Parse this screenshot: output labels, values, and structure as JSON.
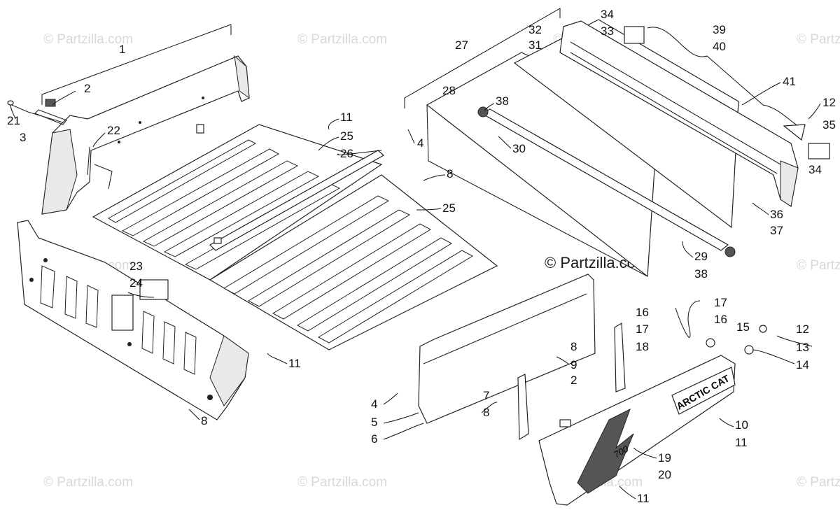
{
  "watermark": {
    "text": "© Partzilla.com",
    "center_text": "© Partzilla.com"
  },
  "decal_text": {
    "brand": "ARCTIC CAT",
    "model": "700"
  },
  "callouts": [
    {
      "id": "c1",
      "text": "1"
    },
    {
      "id": "c2a",
      "text": "2"
    },
    {
      "id": "c21",
      "text": "21"
    },
    {
      "id": "c3",
      "text": "3"
    },
    {
      "id": "c22",
      "text": "22"
    },
    {
      "id": "c11a",
      "text": "11"
    },
    {
      "id": "c25a",
      "text": "25"
    },
    {
      "id": "c26",
      "text": "26"
    },
    {
      "id": "c8a",
      "text": "8"
    },
    {
      "id": "c25b",
      "text": "25"
    },
    {
      "id": "c23",
      "text": "23"
    },
    {
      "id": "c24",
      "text": "24"
    },
    {
      "id": "c11b",
      "text": "11"
    },
    {
      "id": "c8b",
      "text": "8"
    },
    {
      "id": "c27",
      "text": "27"
    },
    {
      "id": "c32",
      "text": "32"
    },
    {
      "id": "c31",
      "text": "31"
    },
    {
      "id": "c28",
      "text": "28"
    },
    {
      "id": "c4a",
      "text": "4"
    },
    {
      "id": "c38a",
      "text": "38"
    },
    {
      "id": "c30",
      "text": "30"
    },
    {
      "id": "c34a",
      "text": "34"
    },
    {
      "id": "c33",
      "text": "33"
    },
    {
      "id": "c39",
      "text": "39"
    },
    {
      "id": "c40",
      "text": "40"
    },
    {
      "id": "c41",
      "text": "41"
    },
    {
      "id": "c12a",
      "text": "12"
    },
    {
      "id": "c35",
      "text": "35"
    },
    {
      "id": "c34b",
      "text": "34"
    },
    {
      "id": "c36",
      "text": "36"
    },
    {
      "id": "c37",
      "text": "37"
    },
    {
      "id": "c29",
      "text": "29"
    },
    {
      "id": "c38b",
      "text": "38"
    },
    {
      "id": "c16a",
      "text": "16"
    },
    {
      "id": "c17a",
      "text": "17"
    },
    {
      "id": "c17b",
      "text": "17"
    },
    {
      "id": "c16b",
      "text": "16"
    },
    {
      "id": "c15",
      "text": "15"
    },
    {
      "id": "c18",
      "text": "18"
    },
    {
      "id": "c12b",
      "text": "12"
    },
    {
      "id": "c13",
      "text": "13"
    },
    {
      "id": "c14",
      "text": "14"
    },
    {
      "id": "c8c",
      "text": "8"
    },
    {
      "id": "c9",
      "text": "9"
    },
    {
      "id": "c2b",
      "text": "2"
    },
    {
      "id": "c7",
      "text": "7"
    },
    {
      "id": "c8d",
      "text": "8"
    },
    {
      "id": "c4b",
      "text": "4"
    },
    {
      "id": "c5",
      "text": "5"
    },
    {
      "id": "c6",
      "text": "6"
    },
    {
      "id": "c10",
      "text": "10"
    },
    {
      "id": "c11c",
      "text": "11"
    },
    {
      "id": "c19",
      "text": "19"
    },
    {
      "id": "c20",
      "text": "20"
    },
    {
      "id": "c11d",
      "text": "11"
    }
  ]
}
